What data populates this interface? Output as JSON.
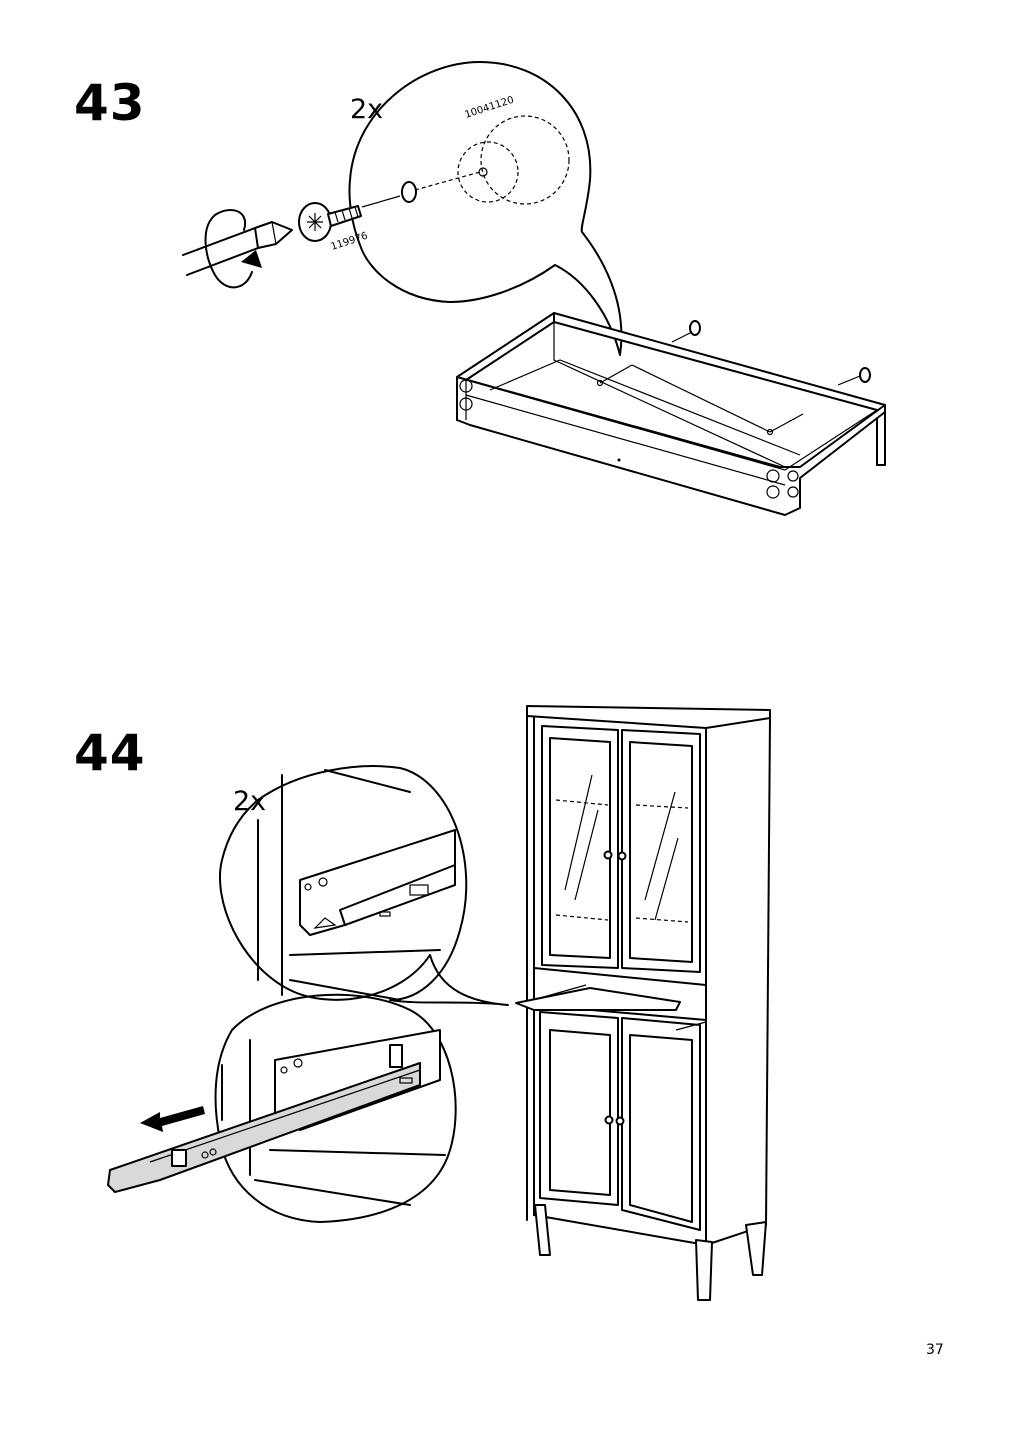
{
  "steps": [
    {
      "number": "43",
      "quantity": "2x",
      "part_numbers": [
        "10041120",
        "119976"
      ]
    },
    {
      "number": "44",
      "quantity": "2x"
    }
  ],
  "page": {
    "number": "37"
  }
}
